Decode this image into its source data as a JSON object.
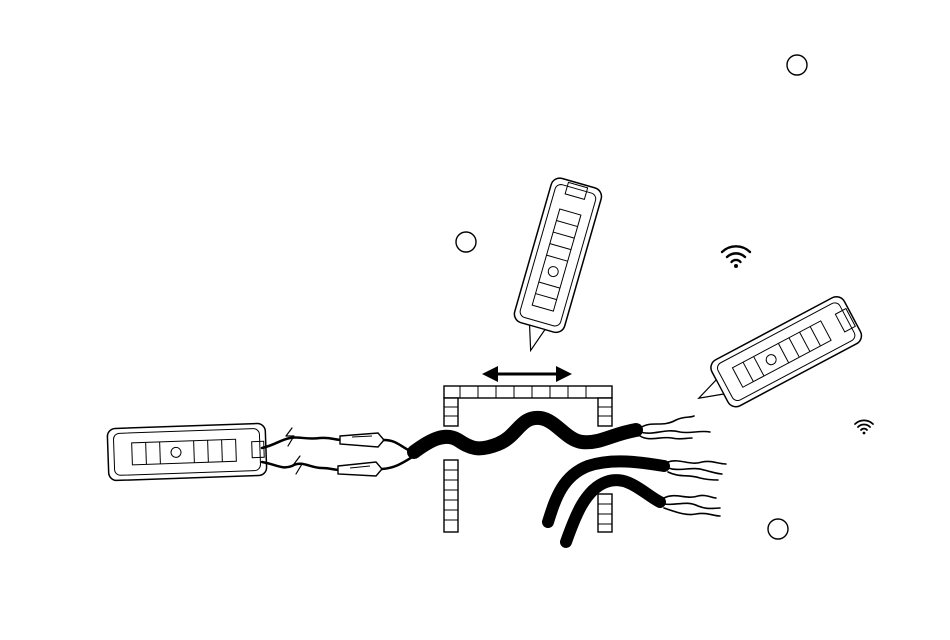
{
  "colors": {
    "ink": "#000000",
    "background": "#ffffff"
  },
  "elements": {
    "receiver_probe_icon": "probe-icon",
    "transmitter_icon": "tone-generator-icon",
    "alligator_clip_icon": "alligator-clip-icon",
    "cable_bundle_icon": "cable-bundle-icon",
    "double_arrow_icon": "double-arrow-icon",
    "signal_icon": "wifi-signal-icon",
    "indicator_icon": "circle-indicator-icon"
  },
  "counts": {
    "probes": 3,
    "signal_icons": 2,
    "circle_markers": 3,
    "cables": 3
  }
}
